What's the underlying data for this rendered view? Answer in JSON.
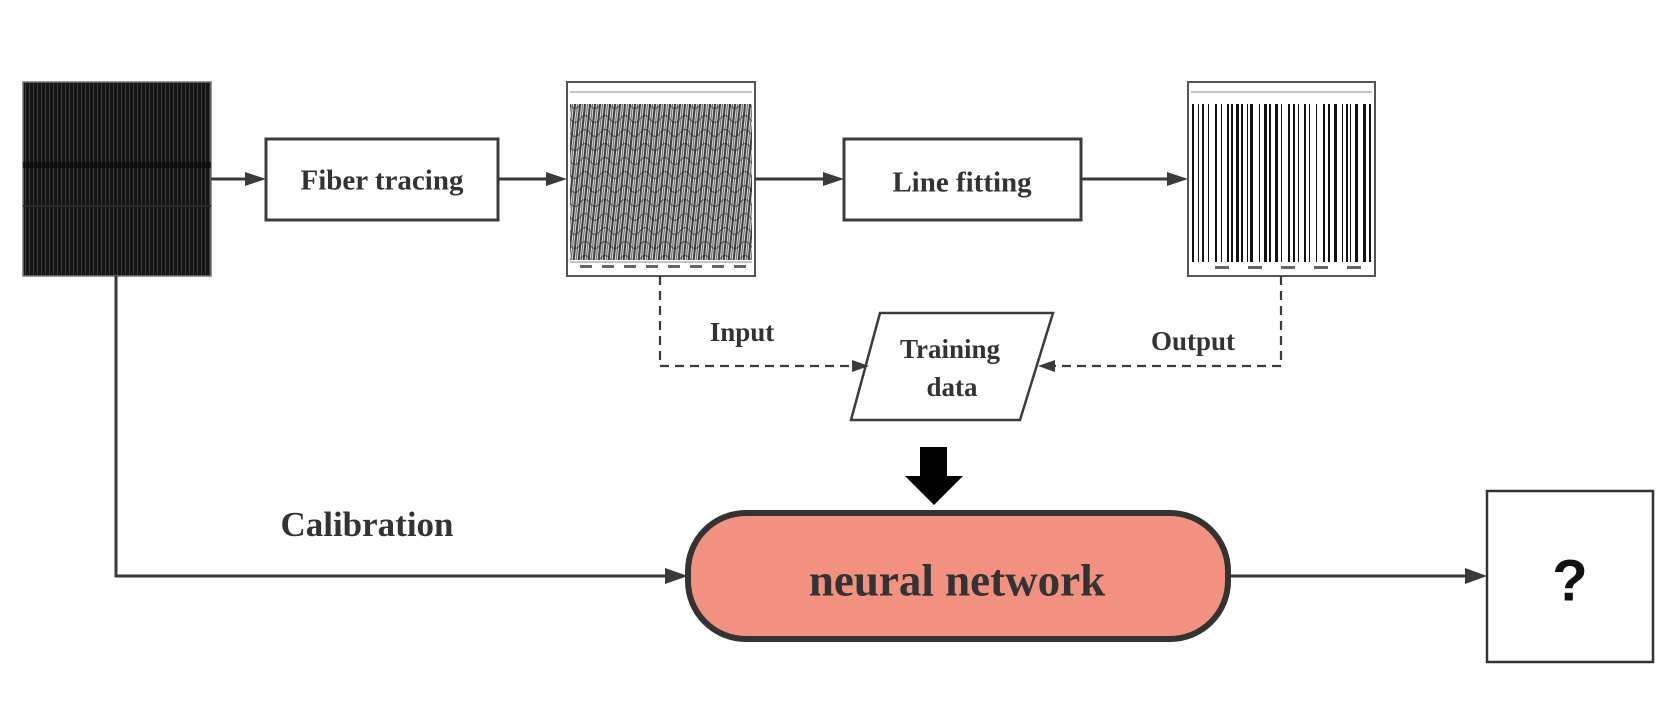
{
  "diagram": {
    "steps": {
      "fiber_tracing": "Fiber tracing",
      "line_fitting": "Line fitting",
      "training_data_line1": "Training",
      "training_data_line2": "data",
      "neural_network": "neural network",
      "unknown_output": "?"
    },
    "edge_labels": {
      "input": "Input",
      "output": "Output",
      "calibration": "Calibration"
    },
    "images": {
      "raw_frame": "raw-spectrum-image",
      "traced_spectra": "traced-spectra-plot",
      "fitted_lines": "fitted-lines-plot"
    },
    "colors": {
      "neural_network_fill": "#f2917f",
      "stroke": "#3c3c3c",
      "text": "#333333",
      "raw_frame_bg": "#1a1a1a"
    }
  }
}
